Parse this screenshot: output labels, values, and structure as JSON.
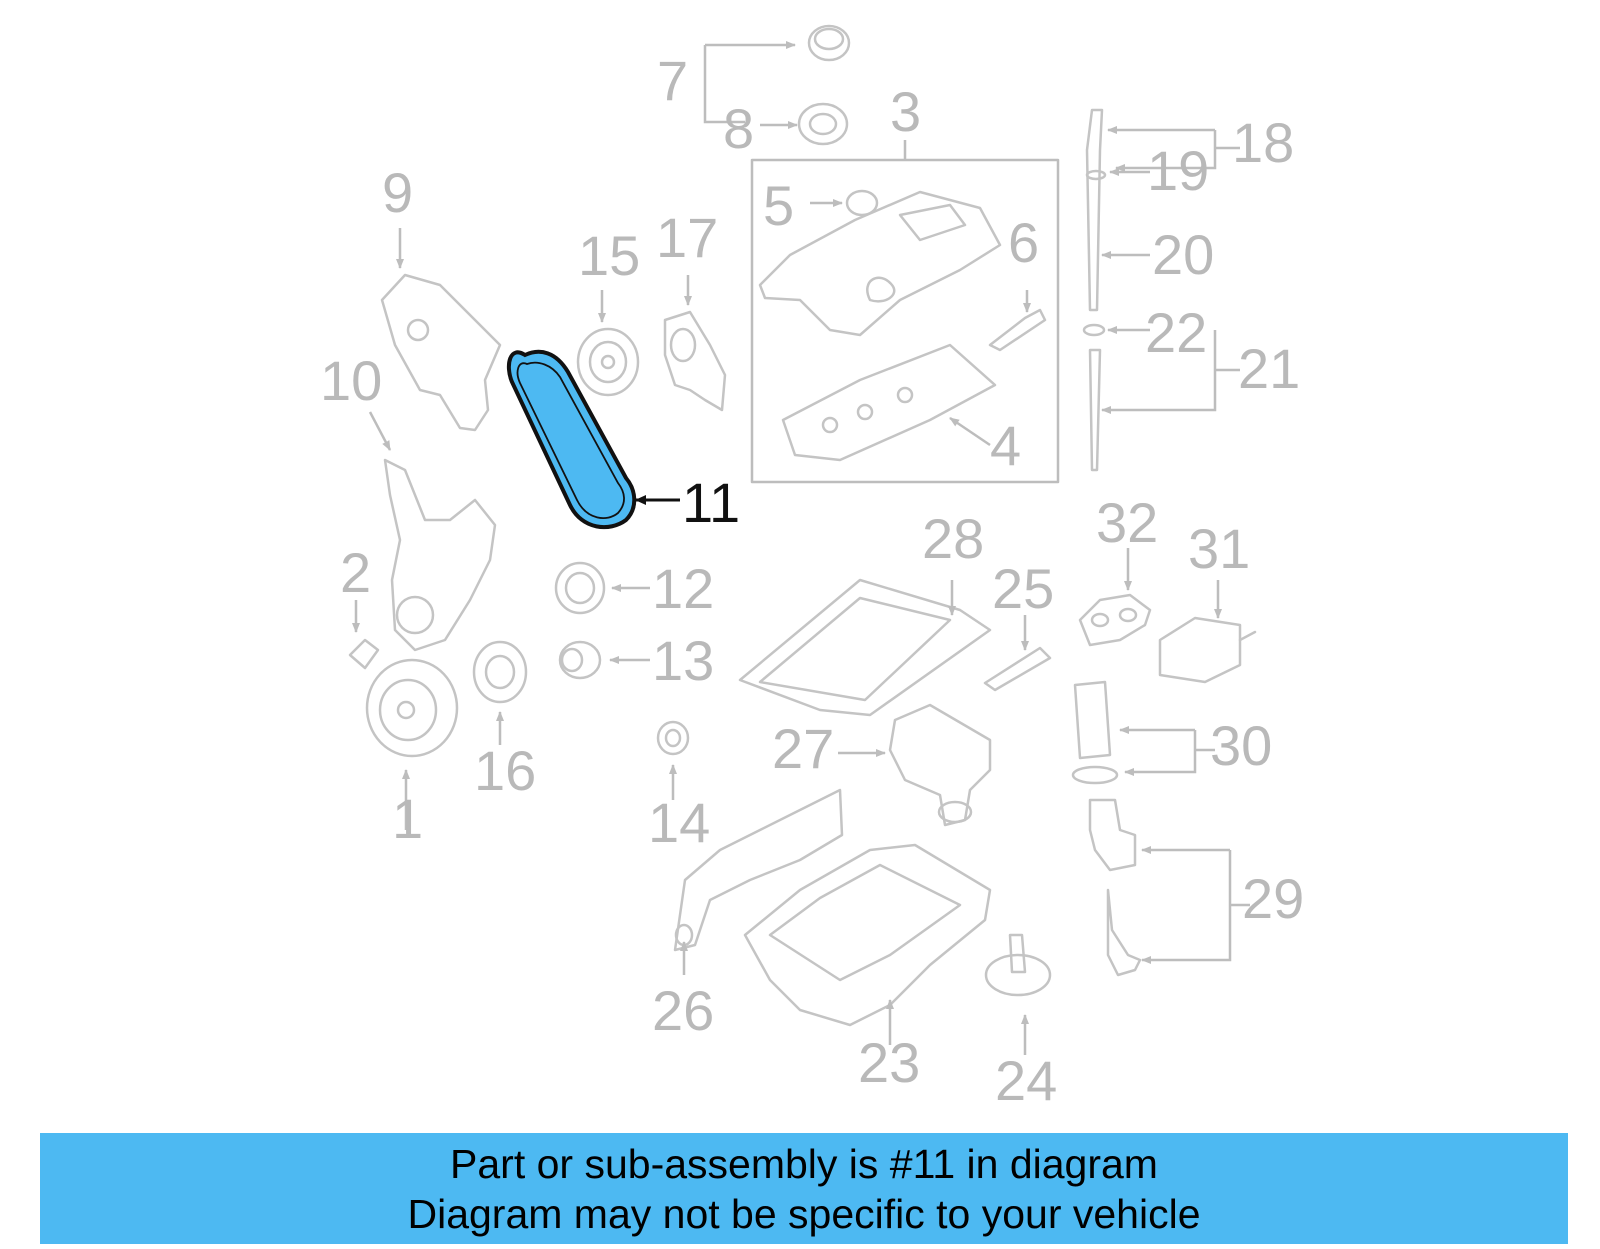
{
  "diagram": {
    "highlighted_part": "11",
    "highlight_color": "#4db9f2",
    "labels": [
      "1",
      "2",
      "3",
      "4",
      "5",
      "6",
      "7",
      "8",
      "9",
      "10",
      "11",
      "12",
      "13",
      "14",
      "15",
      "16",
      "17",
      "18",
      "19",
      "20",
      "21",
      "22",
      "23",
      "24",
      "25",
      "26",
      "27",
      "28",
      "29",
      "30",
      "31",
      "32"
    ]
  },
  "banner": {
    "line1": "Part or sub-assembly is #11 in diagram",
    "line2": "Diagram may not be specific to your vehicle",
    "background": "#4db9f2"
  }
}
